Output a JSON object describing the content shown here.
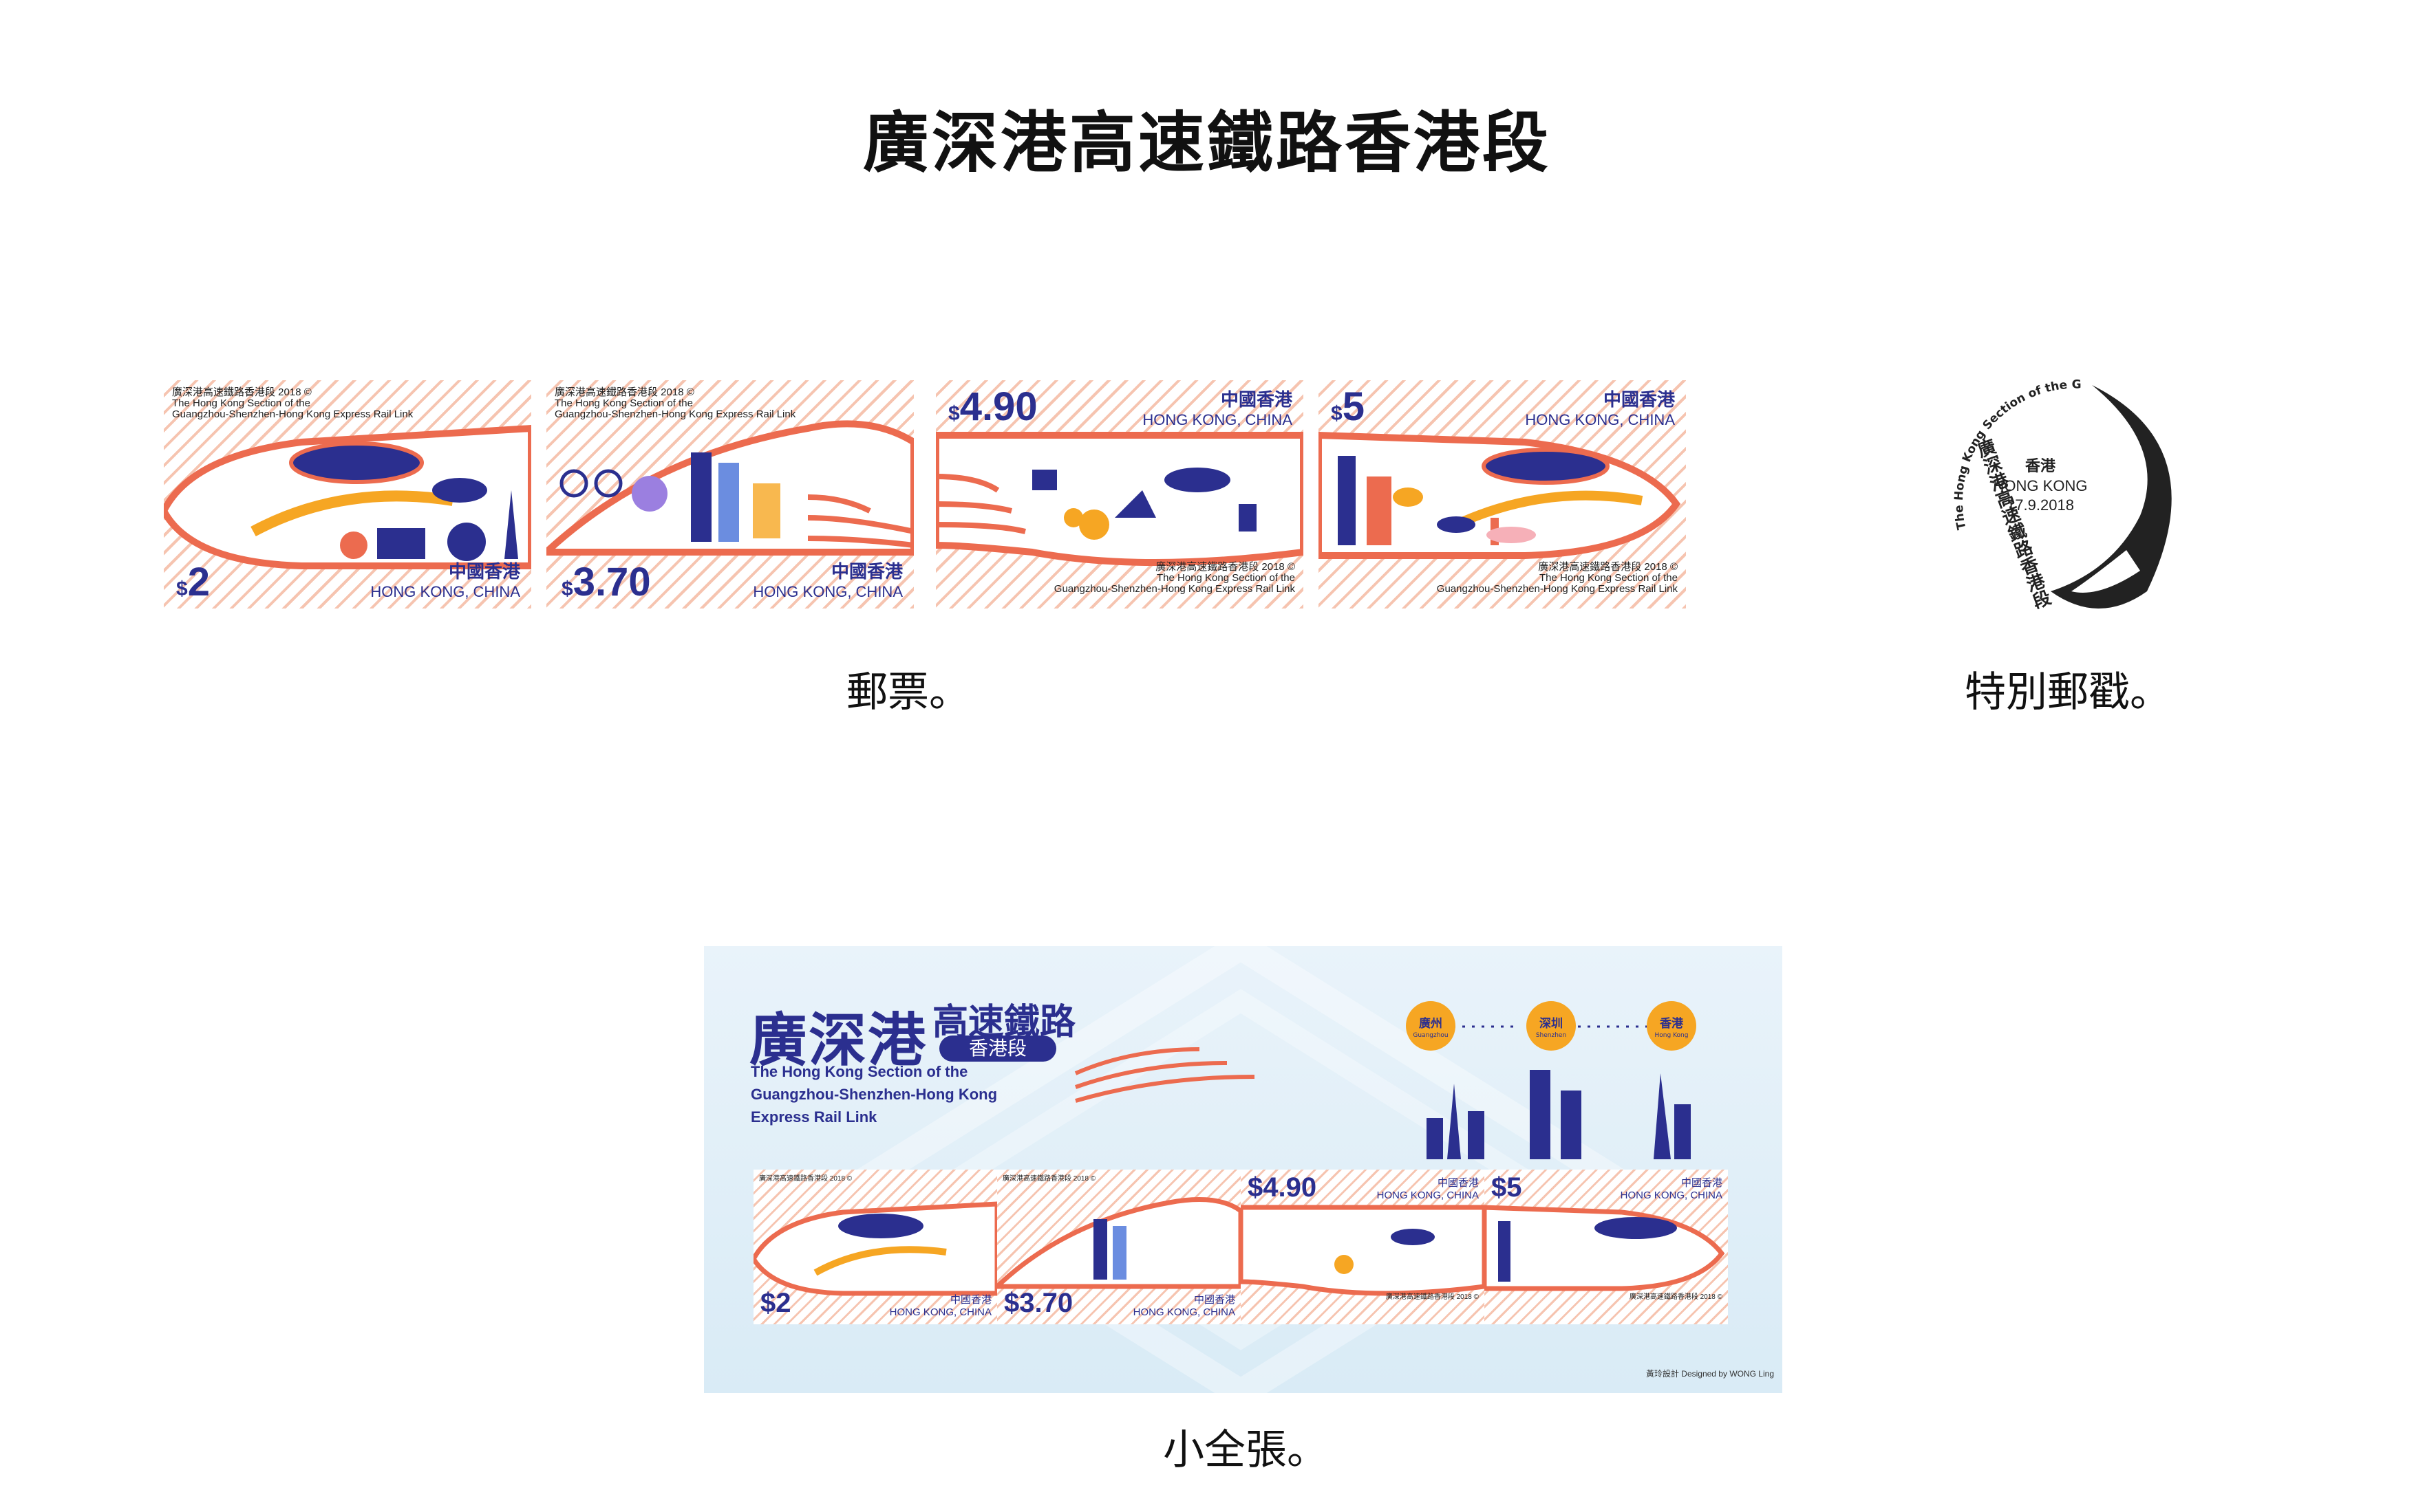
{
  "page": {
    "title": "廣深港高速鐵路香港段",
    "stamps_caption": "郵票。",
    "postmark_caption": "特別郵戳。",
    "sheet_caption": "小全張。"
  },
  "stamps": [
    {
      "value": "2",
      "currency": "$",
      "zh_title": "廣深港高速鐵路香港段 2018 ©",
      "en_title_1": "The Hong Kong Section of the",
      "en_title_2": "Guangzhou-Shenzhen-Hong Kong Express Rail Link",
      "country_zh": "中國香港",
      "country_en": "HONG KONG, CHINA"
    },
    {
      "value": "3.70",
      "currency": "$",
      "zh_title": "廣深港高速鐵路香港段 2018 ©",
      "en_title_1": "The Hong Kong Section of the",
      "en_title_2": "Guangzhou-Shenzhen-Hong Kong Express Rail Link",
      "country_zh": "中國香港",
      "country_en": "HONG KONG, CHINA"
    },
    {
      "value": "4.90",
      "currency": "$",
      "zh_title": "廣深港高速鐵路香港段 2018 ©",
      "en_title_1": "The Hong Kong Section of the",
      "en_title_2": "Guangzhou-Shenzhen-Hong Kong Express Rail Link",
      "country_zh": "中國香港",
      "country_en": "HONG KONG, CHINA"
    },
    {
      "value": "5",
      "currency": "$",
      "zh_title": "廣深港高速鐵路香港段 2018 ©",
      "en_title_1": "The Hong Kong Section of the",
      "en_title_2": "Guangzhou-Shenzhen-Hong Kong Express Rail Link",
      "country_zh": "中國香港",
      "country_en": "HONG KONG, CHINA"
    }
  ],
  "postmark": {
    "ring_en": "The Hong Kong Section of the Guangzhou-Shenzhen-Hong Kong Express Rail Link",
    "ring_zh": "廣深港高速鐵路香港段",
    "place_zh": "香港",
    "place_en": "HONG KONG",
    "date": "17.9.2018"
  },
  "sheet": {
    "title_zh_big": "廣深港",
    "title_zh_small": "高速鐵路",
    "title_pill": "香港段",
    "title_en_1": "The Hong Kong Section of the",
    "title_en_2": "Guangzhou-Shenzhen-Hong Kong",
    "title_en_3": "Express Rail Link",
    "cities": [
      {
        "zh": "廣州",
        "en": "Guangzhou"
      },
      {
        "zh": "深圳",
        "en": "Shenzhen"
      },
      {
        "zh": "香港",
        "en": "Hong Kong"
      }
    ],
    "credit": "黃玲設計 Designed by WONG Ling"
  },
  "colors": {
    "navy": "#2b2f8f",
    "coral": "#ec6b4f",
    "orange": "#f6a623",
    "stripe": "#f6c4b0",
    "sheet_bg": "#e3f0f8"
  }
}
